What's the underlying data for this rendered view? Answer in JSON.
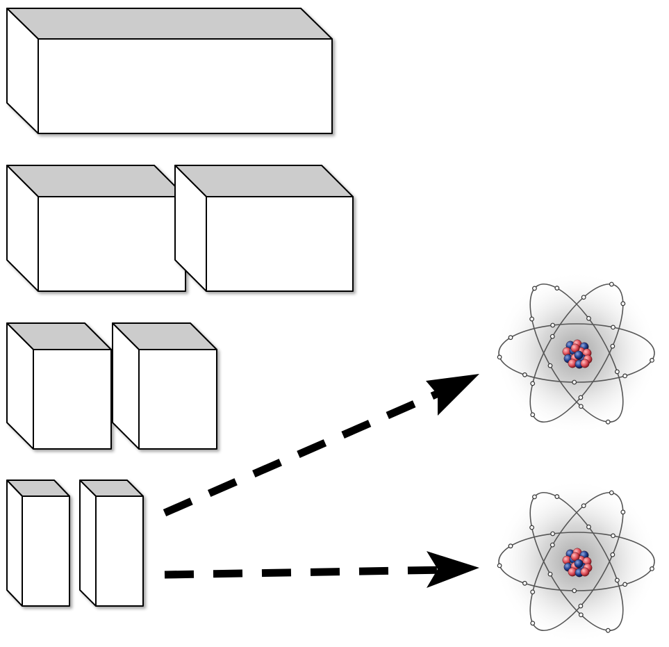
{
  "diagram": {
    "description_text": "",
    "colors": {
      "box_top": "#cccccc",
      "box_face": "#ffffff",
      "outline": "#000000",
      "proton": "#e0505a",
      "neutron": "#1f3f8f",
      "orbit": "#555555"
    },
    "rows": [
      {
        "name": "single-large-block",
        "count": 1
      },
      {
        "name": "two-half-blocks",
        "count": 2
      },
      {
        "name": "two-cubes",
        "count": 2
      },
      {
        "name": "two-thin-blocks",
        "count": 2
      }
    ],
    "icons": [
      "atom-icon",
      "atom-icon"
    ],
    "arrows": [
      "dashed-arrow-up",
      "dashed-arrow-right"
    ]
  }
}
